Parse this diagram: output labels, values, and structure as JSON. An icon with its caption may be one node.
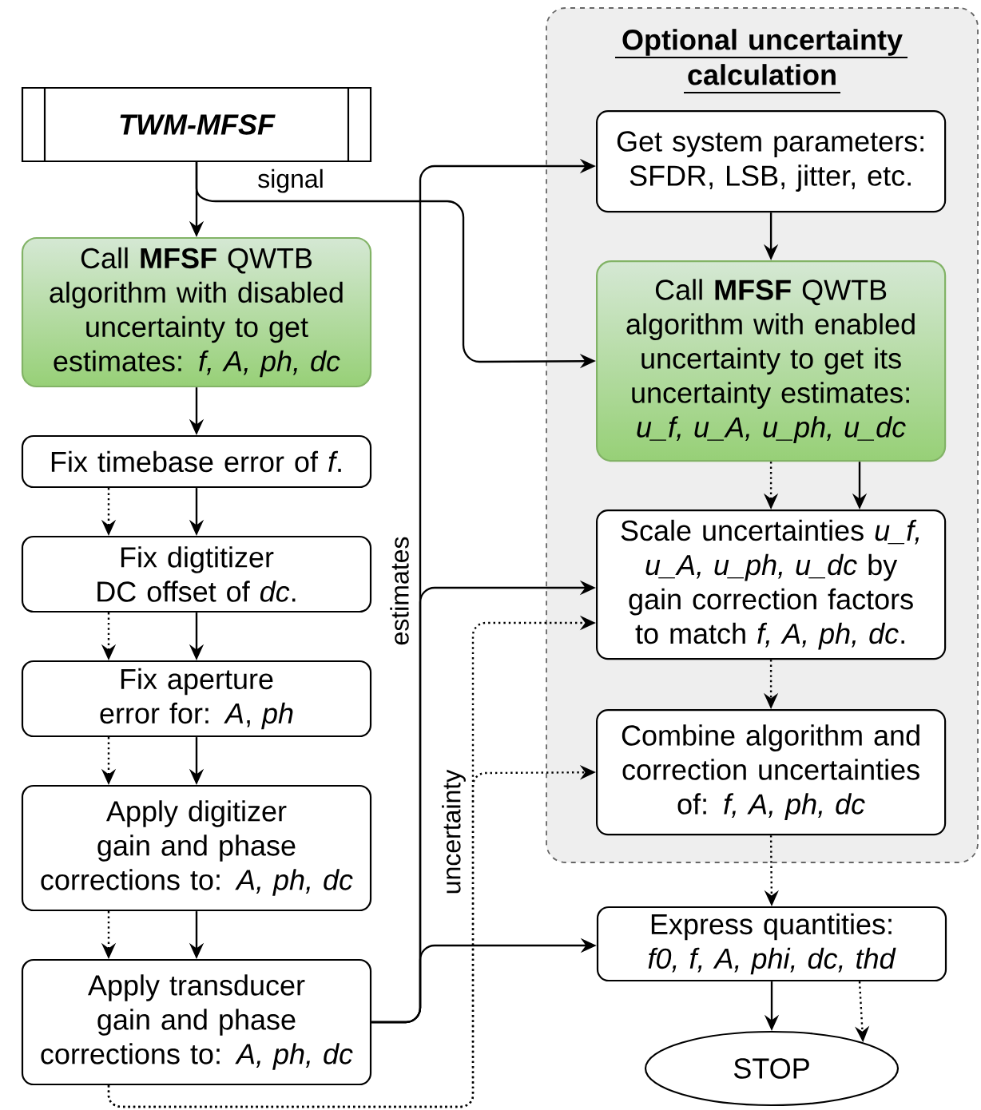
{
  "diagram": {
    "nodes": [
      {
        "text": [
          "TWM-MFSF"
        ]
      },
      {
        "text": [
          "Call **MFSF** QWTB algorithm with disabled uncertainty to get estimates: *f, A, ph, dc*"
        ]
      },
      {
        "text": [
          "Fix timebase error of *f*."
        ]
      },
      {
        "text": [
          "Fix digtitizer DC offset of *dc*."
        ]
      },
      {
        "text": [
          "Fix aperture error for: *A*, *ph*"
        ]
      },
      {
        "text": [
          "Apply digitizer gain and phase corrections to: *A, ph, dc*"
        ]
      },
      {
        "text": [
          "Apply transducer gain and phase corrections to: *A, ph, dc*"
        ]
      },
      {
        "text": [
          "Optional uncertainty calculation"
        ]
      },
      {
        "text": [
          "Get system parameters: SFDR, LSB, jitter, etc."
        ],
        "in": 7
      },
      {
        "text": [
          "Call **MFSF** QWTB algorithm with enabled uncertainty to get its uncertainty estimates: *u_f, u_A, u_ph, u_dc*"
        ],
        "in": 7
      },
      {
        "text": [
          "Scale uncertainties *u_f, u_A, u_ph, u_dc* by gain correction factors to match *f, A, ph, dc*."
        ],
        "in": 7
      },
      {
        "text": [
          "Combine algorithm and correction uncertainties of: *f, A, ph, dc*"
        ],
        "in": 7
      },
      {
        "text": [
          "Express quantities: *f0, f, A, phi, dc, thd*"
        ]
      },
      {
        "text": [
          "STOP"
        ]
      }
    ],
    "edges": [
      {
        "from": 0,
        "to": 1,
        "arrow": "to"
      },
      {
        "from": 0,
        "to": 9,
        "arrow": "to",
        "label": "signal"
      },
      {
        "from": 1,
        "to": 2,
        "arrow": "to"
      },
      {
        "from": 2,
        "to": 3,
        "arrow": "to"
      },
      {
        "from": 2,
        "to": 3,
        "arrow": "to",
        "style": "dashed"
      },
      {
        "from": 3,
        "to": 4,
        "arrow": "to"
      },
      {
        "from": 3,
        "to": 4,
        "arrow": "to",
        "style": "dashed"
      },
      {
        "from": 4,
        "to": 5,
        "arrow": "to"
      },
      {
        "from": 4,
        "to": 5,
        "arrow": "to",
        "style": "dashed"
      },
      {
        "from": 5,
        "to": 6,
        "arrow": "to"
      },
      {
        "from": 5,
        "to": 6,
        "arrow": "to",
        "style": "dashed"
      },
      {
        "from": 6,
        "to": 8,
        "arrow": "to",
        "label": "estimates"
      },
      {
        "from": 6,
        "to": 10,
        "arrow": "to"
      },
      {
        "from": 6,
        "to": 12,
        "arrow": "to"
      },
      {
        "from": 6,
        "to": 10,
        "arrow": "to",
        "style": "dashed",
        "label": "uncertainty"
      },
      {
        "from": 6,
        "to": 11,
        "arrow": "to",
        "style": "dashed"
      },
      {
        "from": 8,
        "to": 9,
        "arrow": "to"
      },
      {
        "from": 9,
        "to": 10,
        "arrow": "to"
      },
      {
        "from": 9,
        "to": 10,
        "arrow": "to",
        "style": "dashed"
      },
      {
        "from": 10,
        "to": 11,
        "arrow": "to",
        "style": "dashed"
      },
      {
        "from": 11,
        "to": 12,
        "arrow": "to",
        "style": "dashed"
      },
      {
        "from": 12,
        "to": 13,
        "arrow": "to"
      },
      {
        "from": 12,
        "to": 13,
        "arrow": "to",
        "style": "dashed"
      }
    ]
  }
}
